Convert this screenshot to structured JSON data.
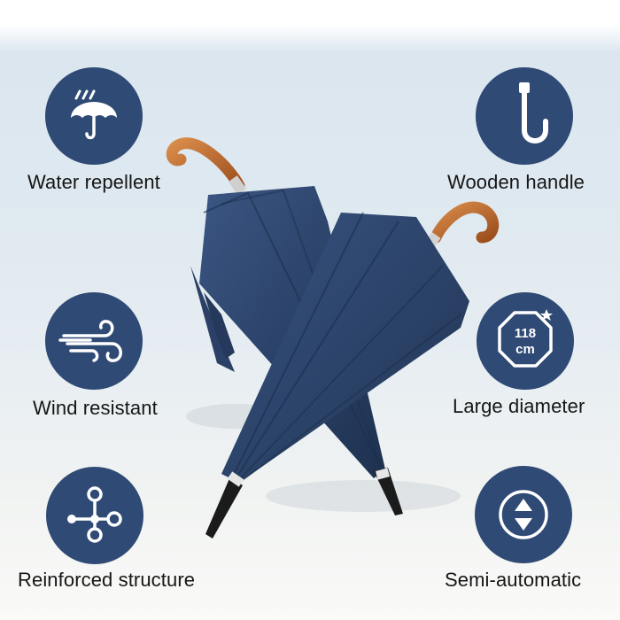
{
  "features": {
    "water": {
      "label": "Water repellent",
      "icon": "umbrella-rain-icon"
    },
    "handle": {
      "label": "Wooden handle",
      "icon": "hook-handle-icon"
    },
    "wind": {
      "label": "Wind resistant",
      "icon": "wind-icon"
    },
    "diameter": {
      "label": "Large diameter",
      "icon": "octagon-size-icon",
      "value": "118",
      "unit": "cm"
    },
    "structure": {
      "label": "Reinforced structure",
      "icon": "structure-nodes-icon"
    },
    "auto": {
      "label": "Semi-automatic",
      "icon": "up-down-arrows-icon"
    }
  },
  "colors": {
    "badge": "#2f4a75",
    "canopy": "#2c4468",
    "wood": "#b8642c"
  }
}
